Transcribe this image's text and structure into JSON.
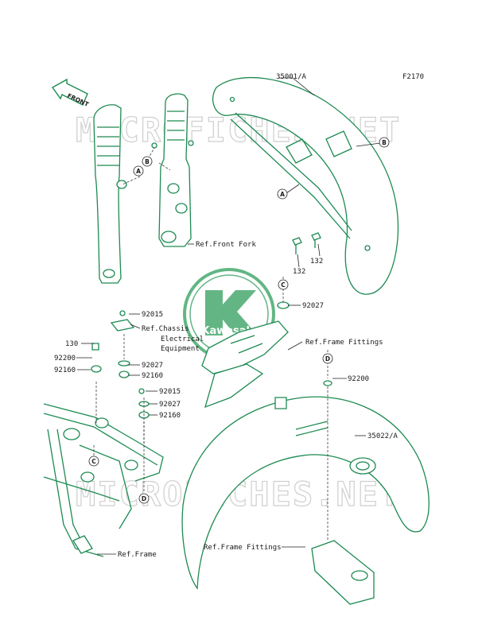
{
  "figure_code": "F2170",
  "direction_arrow": "FRONT",
  "watermark": "MICROFICHES.NET",
  "logo": {
    "name": "Kawasaki",
    "color": "#2f9e5c"
  },
  "colors": {
    "part_line": "#1d8a52",
    "text": "#1a1a1a"
  },
  "refs": {
    "front_fork": "Ref.Front Fork",
    "chassis_1": "Ref.Chassis",
    "chassis_2": "Electrical",
    "chassis_3": "Equipment",
    "frame_fittings_upper": "Ref.Frame Fittings",
    "frame_fittings_lower": "Ref.Frame Fittings",
    "frame": "Ref.Frame"
  },
  "parts": {
    "p35001": "35001/A",
    "p35022": "35022/A",
    "p132a": "132",
    "p132b": "132",
    "p92027a": "92027",
    "p92015a": "92015",
    "p130": "130",
    "p92200a": "92200",
    "p92160a": "92160",
    "p92027b": "92027",
    "p92160b": "92160",
    "p92015b": "92015",
    "p92027c": "92027",
    "p92160c": "92160",
    "p92200b": "92200"
  },
  "callouts": {
    "A1": "A",
    "B1": "B",
    "B2": "B",
    "A2": "A",
    "C1": "C",
    "C2": "C",
    "D1": "D",
    "D2": "D"
  }
}
